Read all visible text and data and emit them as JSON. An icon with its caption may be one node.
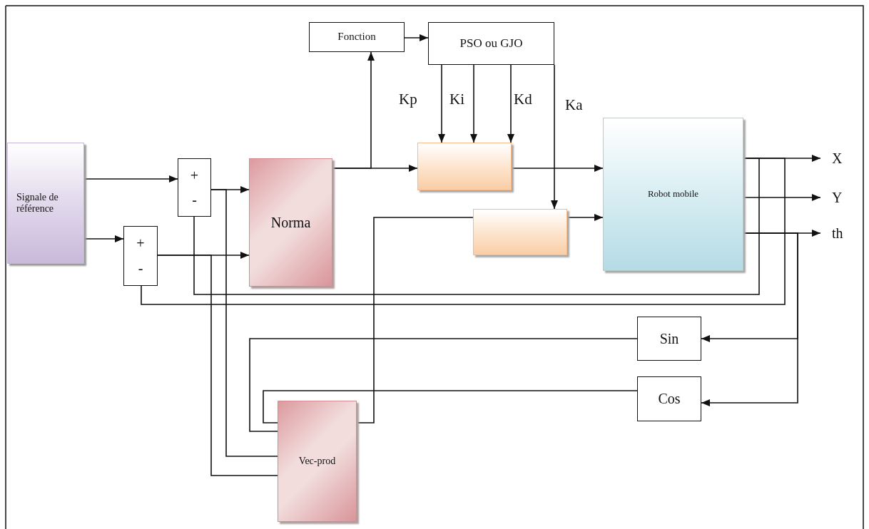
{
  "diagram": {
    "nodes": [
      {
        "text": [
          "Signale de référence"
        ]
      },
      {
        "text": [
          "+",
          "-"
        ]
      },
      {
        "text": [
          "+",
          "-"
        ]
      },
      {
        "text": [
          "Norma"
        ]
      },
      {
        "text": [
          "Fonction"
        ]
      },
      {
        "text": [
          "PSO ou GJO"
        ]
      },
      {
        "text": [],
        "shape": "box"
      },
      {
        "text": [],
        "shape": "box"
      },
      {
        "text": [
          "Robot mobile"
        ]
      },
      {
        "text": [
          "Sin"
        ]
      },
      {
        "text": [
          "Cos"
        ]
      },
      {
        "text": [
          "Vec-prod"
        ]
      },
      {
        "text": [
          "X"
        ]
      },
      {
        "text": [
          "Y"
        ]
      },
      {
        "text": [
          "th"
        ]
      }
    ],
    "edges": [
      {
        "from": 0,
        "to": 1,
        "arrow": "to"
      },
      {
        "from": 0,
        "to": 2,
        "arrow": "to"
      },
      {
        "from": 1,
        "to": 3,
        "arrow": "to"
      },
      {
        "from": 2,
        "to": 3,
        "arrow": "to"
      },
      {
        "from": 3,
        "to": 6,
        "arrow": "to"
      },
      {
        "from": 3,
        "to": 4,
        "arrow": "to"
      },
      {
        "from": 4,
        "to": 5,
        "arrow": "to"
      },
      {
        "from": 5,
        "to": 6,
        "arrow": "to",
        "label": "Kp"
      },
      {
        "from": 5,
        "to": 6,
        "arrow": "to",
        "label": "Ki"
      },
      {
        "from": 5,
        "to": 6,
        "arrow": "to",
        "label": "Kd"
      },
      {
        "from": 5,
        "to": 7,
        "arrow": "to",
        "label": "Ka"
      },
      {
        "from": 6,
        "to": 8,
        "arrow": "to"
      },
      {
        "from": 7,
        "to": 8,
        "arrow": "to"
      },
      {
        "from": 8,
        "to": 12,
        "arrow": "to"
      },
      {
        "from": 8,
        "to": 13,
        "arrow": "to"
      },
      {
        "from": 8,
        "to": 14,
        "arrow": "to"
      },
      {
        "from": 8,
        "to": 1,
        "arrow": "none"
      },
      {
        "from": 8,
        "to": 2,
        "arrow": "none"
      },
      {
        "from": 8,
        "to": 9,
        "arrow": "to"
      },
      {
        "from": 8,
        "to": 10,
        "arrow": "to"
      },
      {
        "from": 9,
        "to": 11,
        "arrow": "none"
      },
      {
        "from": 10,
        "to": 11,
        "arrow": "none"
      },
      {
        "from": 1,
        "to": 11,
        "arrow": "none"
      },
      {
        "from": 2,
        "to": 11,
        "arrow": "none"
      },
      {
        "from": 11,
        "to": 7,
        "arrow": "none"
      }
    ]
  }
}
